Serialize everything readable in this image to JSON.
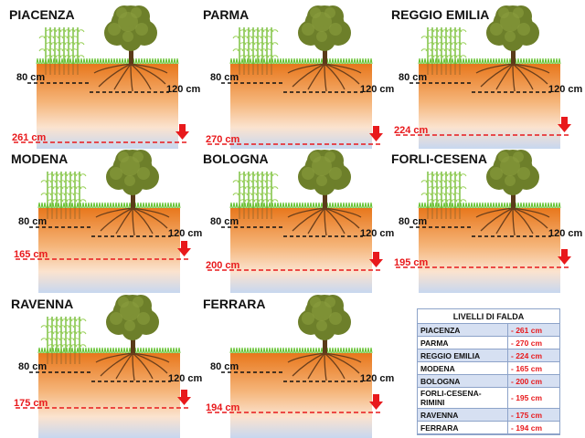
{
  "labels": {
    "crop_depth": "80 cm",
    "tree_depth": "120 cm"
  },
  "panels": [
    {
      "city": "PIACENZA",
      "depth": "261 cm"
    },
    {
      "city": "PARMA",
      "depth": "270 cm"
    },
    {
      "city": "REGGIO EMILIA",
      "depth": "224 cm"
    },
    {
      "city": "MODENA",
      "depth": "165 cm"
    },
    {
      "city": "BOLOGNA",
      "depth": "200 cm"
    },
    {
      "city": "FORLI-CESENA",
      "depth": "195 cm"
    },
    {
      "city": "RAVENNA",
      "depth": "175 cm"
    },
    {
      "city": "FERRARA",
      "depth": "194 cm"
    }
  ],
  "legend": {
    "title": "LIVELLI DI FALDA",
    "rows": [
      {
        "name": "PIACENZA",
        "value": "- 261 cm"
      },
      {
        "name": "PARMA",
        "value": "- 270 cm"
      },
      {
        "name": "REGGIO EMILIA",
        "value": "- 224 cm"
      },
      {
        "name": "MODENA",
        "value": "- 165 cm"
      },
      {
        "name": "BOLOGNA",
        "value": "- 200 cm"
      },
      {
        "name": "FORLI-CESENA-RIMINI",
        "value": "- 195 cm"
      },
      {
        "name": "RAVENNA",
        "value": "- 175 cm"
      },
      {
        "name": "FERRARA",
        "value": "- 194 cm"
      }
    ]
  },
  "colors": {
    "soil_top": "#e8771c",
    "soil_mid": "#f5b57a",
    "water": "#c7d7ef",
    "grass": "#5fbf2a",
    "tree": "#6d7f2a",
    "water_line": "#e8191c"
  }
}
